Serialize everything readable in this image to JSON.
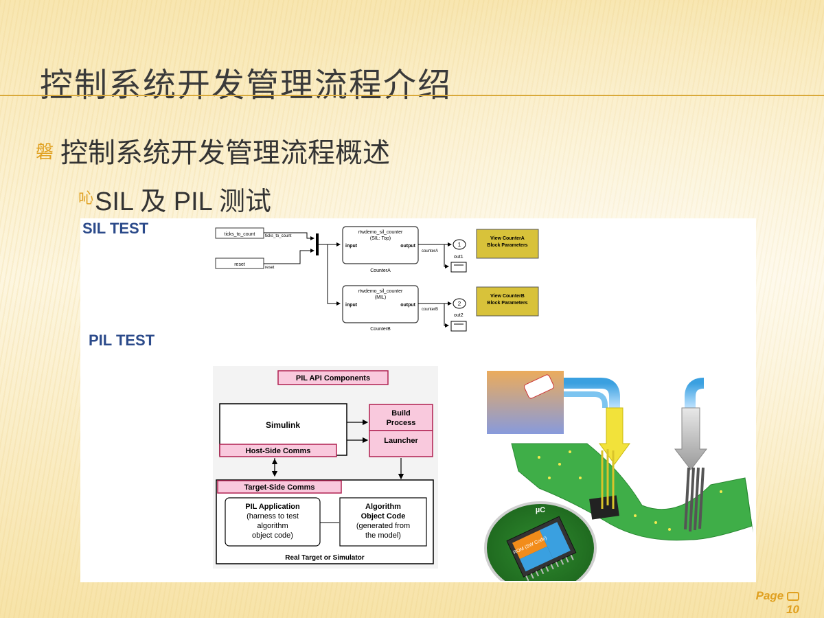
{
  "slide": {
    "title": "控制系统开发管理流程介绍",
    "bullet1_marker": "磐",
    "bullet1": "控制系统开发管理流程概述",
    "bullet2_marker": "吣",
    "bullet2": "SIL 及 PIL 测试",
    "page_label": "Page",
    "page_number": "10"
  },
  "figure": {
    "sil_title": "SIL TEST",
    "pil_title": "PIL TEST",
    "sil": {
      "input1": "ticks_to_count",
      "input1_signal": "ticks_to_count",
      "input2": "reset",
      "input2_signal": "reset",
      "counterA_header": "rtwdemo_sil_counter",
      "counterA_mode": "(SIL: Top)",
      "counterA_name": "CounterA",
      "counterA_signal": "counterA",
      "counterB_header": "rtwdemo_sil_counter",
      "counterB_mode": "(MIL)",
      "counterB_name": "CounterB",
      "counterB_signal": "counterB",
      "port_in": "input",
      "port_out": "output",
      "out1_num": "1",
      "out1_name": "out1",
      "out2_num": "2",
      "out2_name": "out2",
      "viewA": "View CounterA Block Parameters",
      "viewB": "View CounterB Block Parameters"
    },
    "pil": {
      "api": "PIL API Components",
      "simulink": "Simulink",
      "build1": "Build",
      "build2": "Process",
      "launcher": "Launcher",
      "host_comms": "Host-Side Comms",
      "target_comms": "Target-Side Comms",
      "app1": "PIL Application",
      "app2": "(harness to test",
      "app3": "algorithm",
      "app4": "object code)",
      "algo1": "Algorithm",
      "algo2": "Object Code",
      "algo3": "(generated from",
      "algo4": "the model)",
      "real_target": "Real Target or Simulator"
    },
    "board": {
      "chip_label": "µC",
      "rom": "ROM (SW Code)"
    }
  }
}
